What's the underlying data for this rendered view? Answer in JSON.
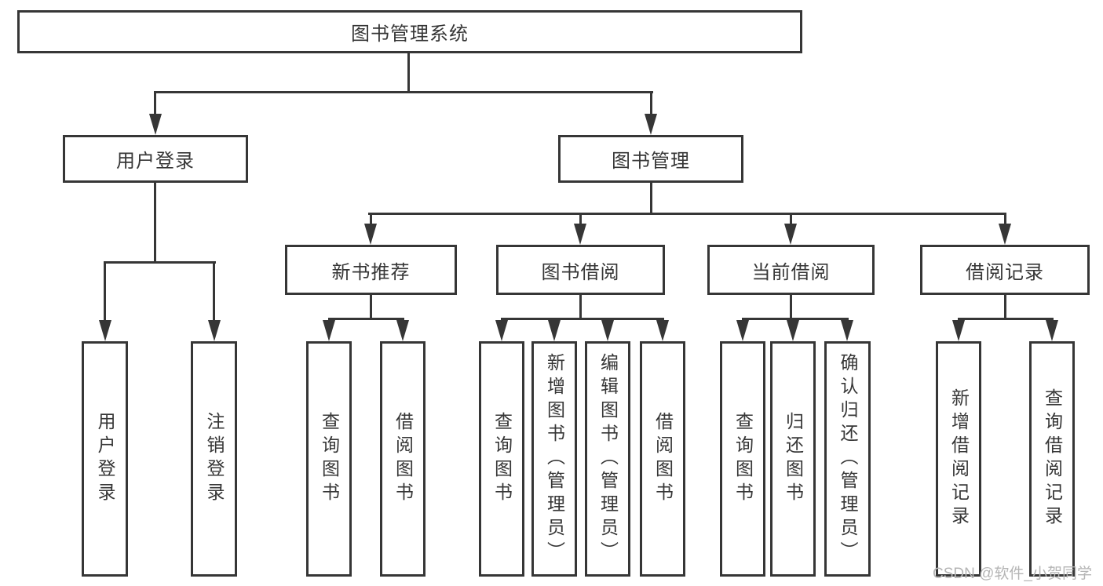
{
  "colors": {
    "line": "#363636",
    "text": "#363636",
    "watermark": "#b5b5b5",
    "background": "#ffffff"
  },
  "watermark": "CSDN @软件_小贺同学",
  "tree": {
    "root": {
      "label": "图书管理系统"
    },
    "branches": [
      {
        "label": "用户登录",
        "children": [
          {
            "label": "用户登录"
          },
          {
            "label": "注销登录"
          }
        ]
      },
      {
        "label": "图书管理",
        "children": [
          {
            "label": "新书推荐",
            "children": [
              {
                "label": "查询图书"
              },
              {
                "label": "借阅图书"
              }
            ]
          },
          {
            "label": "图书借阅",
            "children": [
              {
                "label": "查询图书"
              },
              {
                "label": "新增图书（管理员）"
              },
              {
                "label": "编辑图书（管理员）"
              },
              {
                "label": "借阅图书"
              }
            ]
          },
          {
            "label": "当前借阅",
            "children": [
              {
                "label": "查询图书"
              },
              {
                "label": "归还图书"
              },
              {
                "label": "确认归还（管理员）"
              }
            ]
          },
          {
            "label": "借阅记录",
            "children": [
              {
                "label": "新增借阅记录"
              },
              {
                "label": "查询借阅记录"
              }
            ]
          }
        ]
      }
    ]
  }
}
